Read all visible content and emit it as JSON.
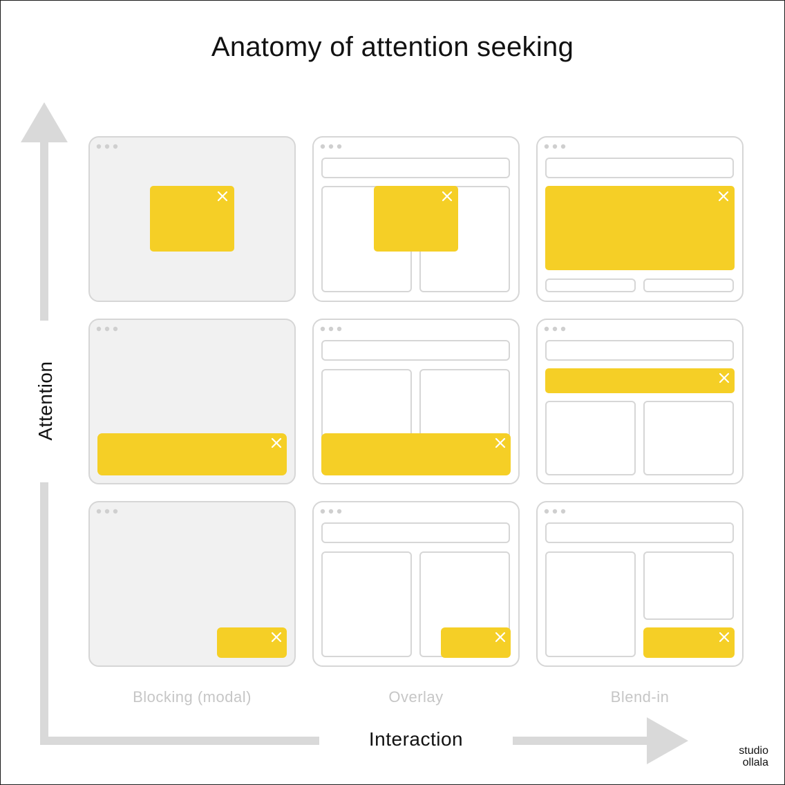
{
  "title": "Anatomy of attention seeking",
  "axes": {
    "y_label": "Attention",
    "x_label": "Interaction"
  },
  "columns": [
    "Blocking (modal)",
    "Overlay",
    "Blend-in"
  ],
  "close_glyph": "✕",
  "brand": {
    "line1": "studio",
    "line2": "ollala"
  },
  "colors": {
    "accent": "#f5cf26",
    "frame_border": "#d6d6d6",
    "modal_backdrop": "#f1f1f1",
    "axis": "#d9d9d9",
    "column_label": "#c6c6c6"
  }
}
